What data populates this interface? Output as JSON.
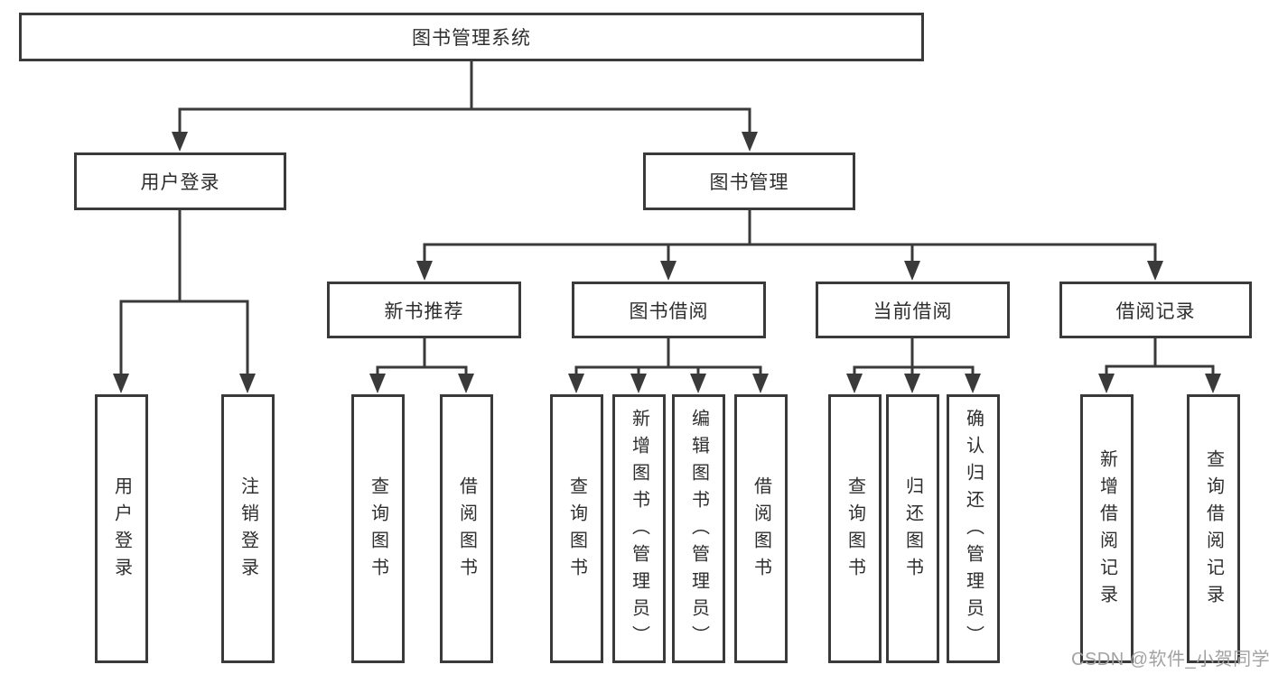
{
  "diagram": {
    "type": "hierarchy-tree",
    "orientation": "top-down",
    "colors": {
      "background": "#ffffff",
      "box_border": "#3a3a3a",
      "connector_line": "#3a3a3a",
      "text": "#2e2e2e",
      "watermark_text": "#a2a2a2"
    }
  },
  "nodes": {
    "root": {
      "label": "图书管理系统"
    },
    "level2": [
      {
        "label": "用户登录",
        "parent": "图书管理系统"
      },
      {
        "label": "图书管理",
        "parent": "图书管理系统"
      }
    ],
    "level3": [
      {
        "label": "新书推荐",
        "parent": "图书管理"
      },
      {
        "label": "图书借阅",
        "parent": "图书管理"
      },
      {
        "label": "当前借阅",
        "parent": "图书管理"
      },
      {
        "label": "借阅记录",
        "parent": "图书管理"
      }
    ],
    "leaves": [
      {
        "label": "用户登录",
        "parent": "用户登录"
      },
      {
        "label": "注销登录",
        "parent": "用户登录"
      },
      {
        "label": "查询图书",
        "parent": "新书推荐"
      },
      {
        "label": "借阅图书",
        "parent": "新书推荐"
      },
      {
        "label": "查询图书",
        "parent": "图书借阅"
      },
      {
        "label": "新增图书（管理员）",
        "parent": "图书借阅"
      },
      {
        "label": "编辑图书（管理员）",
        "parent": "图书借阅"
      },
      {
        "label": "借阅图书",
        "parent": "图书借阅"
      },
      {
        "label": "查询图书",
        "parent": "当前借阅"
      },
      {
        "label": "归还图书",
        "parent": "当前借阅"
      },
      {
        "label": "确认归还（管理员）",
        "parent": "当前借阅"
      },
      {
        "label": "新增借阅记录",
        "parent": "借阅记录"
      },
      {
        "label": "查询借阅记录",
        "parent": "借阅记录"
      }
    ]
  },
  "watermark": {
    "text": "CSDN @软件_小贺同学"
  }
}
